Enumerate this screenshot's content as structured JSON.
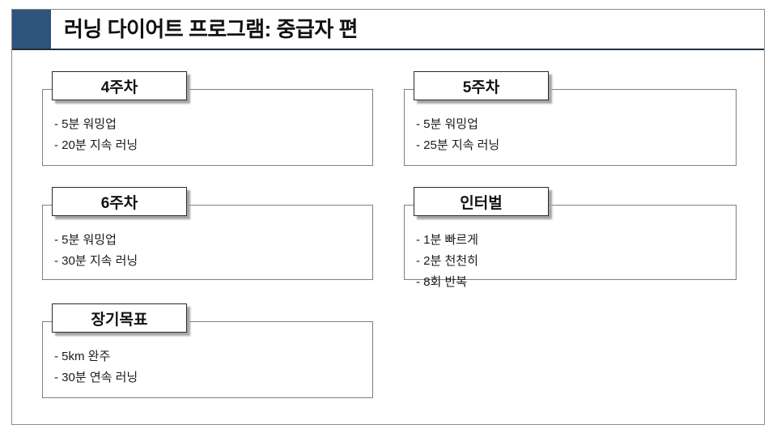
{
  "slide": {
    "title": "러닝 다이어트 프로그램: 중급자 편"
  },
  "colors": {
    "accent": "#2f547c",
    "title_rule": "#22303f",
    "card_border": "#7f7f7f",
    "header_border": "#2a2a2a",
    "header_shadow": "#a5a5a5",
    "text": "#1a1a1a"
  },
  "cards": [
    {
      "title": "4주차",
      "items": [
        "- 5분 워밍업",
        "- 20분 지속 러닝"
      ]
    },
    {
      "title": "5주차",
      "items": [
        "- 5분 워밍업",
        "- 25분 지속 러닝"
      ]
    },
    {
      "title": "6주차",
      "items": [
        "- 5분 워밍업",
        "- 30분 지속 러닝"
      ]
    },
    {
      "title": "인터벌",
      "items": [
        "- 1분 빠르게",
        "- 2분 천천히",
        "- 8회 반복"
      ]
    },
    {
      "title": "장기목표",
      "items": [
        "- 5km 완주",
        "- 30분 연속 러닝"
      ]
    }
  ]
}
